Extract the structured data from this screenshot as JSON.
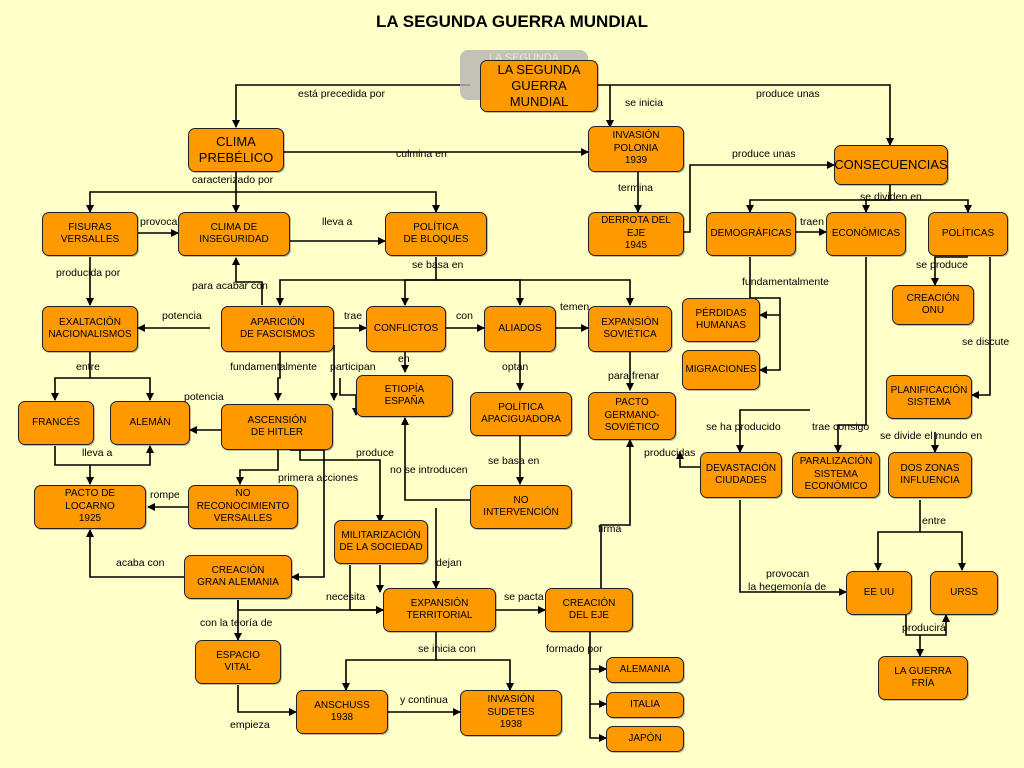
{
  "title": "LA SEGUNDA GUERRA MUNDIAL",
  "ghost_text": "LA SEGUNDA",
  "colors": {
    "background": "#FFFFC8",
    "node_fill": "#FF9900",
    "node_border": "#222222"
  },
  "nodes": {
    "root": "LA SEGUNDA\nGUERRA\nMUNDIAL",
    "clima_prebelico": "CLIMA\nPREBÉLICO",
    "invasion_polonia": "INVASIÓN\nPOLONIA\n1939",
    "consecuencias": "CONSECUENCIAS",
    "fisuras_versalles": "FISURAS\nVERSALLES",
    "clima_inseguridad": "CLIMA DE\nINSEGURIDAD",
    "politica_bloques": "POLÍTICA\nDE BLOQUES",
    "derrota_eje": "DERROTA DEL\nEJE\n1945",
    "demograficas": "DEMOGRÁFICAS",
    "economicas": "ECONÓMICAS",
    "politicas": "POLÍTICAS",
    "perdidas_humanas": "PÉRDIDAS\nHUMANAS",
    "creacion_onu": "CREACIÓN\nONU",
    "exaltacion_nacionalismos": "EXALTACIÓN\nNACIONALISMOS",
    "aparicion_fascismos": "APARICIÓN\nDE FASCISMOS",
    "conflictos": "CONFLICTOS",
    "aliados": "ALIADOS",
    "expansion_sovietica": "EXPANSIÓN\nSOVIÉTICA",
    "migraciones": "MIGRACIONES",
    "etiopia_espana": "ETIOPÍA\nESPAÑA",
    "planificacion_sistema": "PLANIFICACIÓN\nSISTEMA",
    "frances": "FRANCÉS",
    "aleman": "ALEMÁN",
    "ascension_hitler": "ASCENSIÓN\nDE HITLER",
    "politica_apaciguadora": "POLÍTICA\nAPACIGUADORA",
    "pacto_germano": "PACTO\nGERMANO-\nSOVIÉTICO",
    "devastacion_ciudades": "DEVASTACIÓN\nCIUDADES",
    "paralizacion_sistema": "PARALIZACIÓN\nSISTEMA\nECONÓMICO",
    "dos_zonas": "DOS ZONAS\nINFLUENCIA",
    "pacto_locarno": "PACTO DE\nLOCARNO\n1925",
    "no_reconocimiento": "NO\nRECONOCIMIENTO\nVERSALLES",
    "no_intervencion": "NO\nINTERVENCIÓN",
    "militarizacion": "MILITARIZACIÓN\nDE LA SOCIEDAD",
    "creacion_gran_alemania": "CREACIÓN\nGRAN ALEMANIA",
    "ee_uu": "EE UU",
    "urss": "URSS",
    "expansion_territorial": "EXPANSIÓN\nTERRITORIAL",
    "creacion_eje": "CREACIÓN\nDEL EJE",
    "espacio_vital": "ESPACIO\nVITAL",
    "guerra_fria": "LA GUERRA\nFRÍA",
    "alemania": "ALEMANIA",
    "anschuss": "ANSCHUSS\n1938",
    "invasion_sudetes": "INVASIÓN\nSUDETES\n1938",
    "italia": "ITALIA",
    "japon": "JAPÓN"
  },
  "labels": {
    "esta_precedida": "está  precedida por",
    "se_inicia": "se inicia",
    "produce_unas_1": "produce unas",
    "culmina_en": "culmina en",
    "produce_unas_2": "produce unas",
    "caracterizado_por": "caracterizado por",
    "termina": "termina",
    "se_dividen_en": "se dividen en",
    "provoca": "provoca",
    "lleva_a_1": "lleva a",
    "traen": "traen",
    "producida_por": "producida por",
    "se_basa_en_1": "se basa en",
    "se_produce": "se produce",
    "fundamentalmente_1": "fundamentalmente",
    "para_acabar_con": "para acabar con",
    "potencia_1": "potencia",
    "trae": "trae",
    "con": "con",
    "temen": "temen",
    "se_discute": "se discute",
    "entre_1": "entre",
    "fundamentalmente_2": "fundamentalmente",
    "participan": "participan",
    "en": "en",
    "optan": "optan",
    "para_frenar": "para frenar",
    "potencia_2": "potencia",
    "se_ha_producido": "se ha producido",
    "trae_consigo": "trae consigo",
    "se_divide_mundo": "se divide el mundo en",
    "lleva_a_2": "lleva a",
    "produce": "produce",
    "no_se_introducen": "no se introducen",
    "se_basa_en_2": "se basa en",
    "producidas": "producidas",
    "primera_acciones": "primera acciones",
    "rompe": "rompe",
    "entre_2": "entre",
    "firma": "firma",
    "acaba_con": "acaba con",
    "dejan": "dejan",
    "provocan": "provocan",
    "la_hegemonia": "la hegemonía de",
    "necesita": "necesita",
    "se_pacta": "se pacta",
    "con_la_teoria": "con la teoría de",
    "producira": "producirá",
    "se_inicia_con": "se inicia con",
    "formado_por": "formado por",
    "y_continua": "y continua",
    "empieza": "empieza"
  }
}
